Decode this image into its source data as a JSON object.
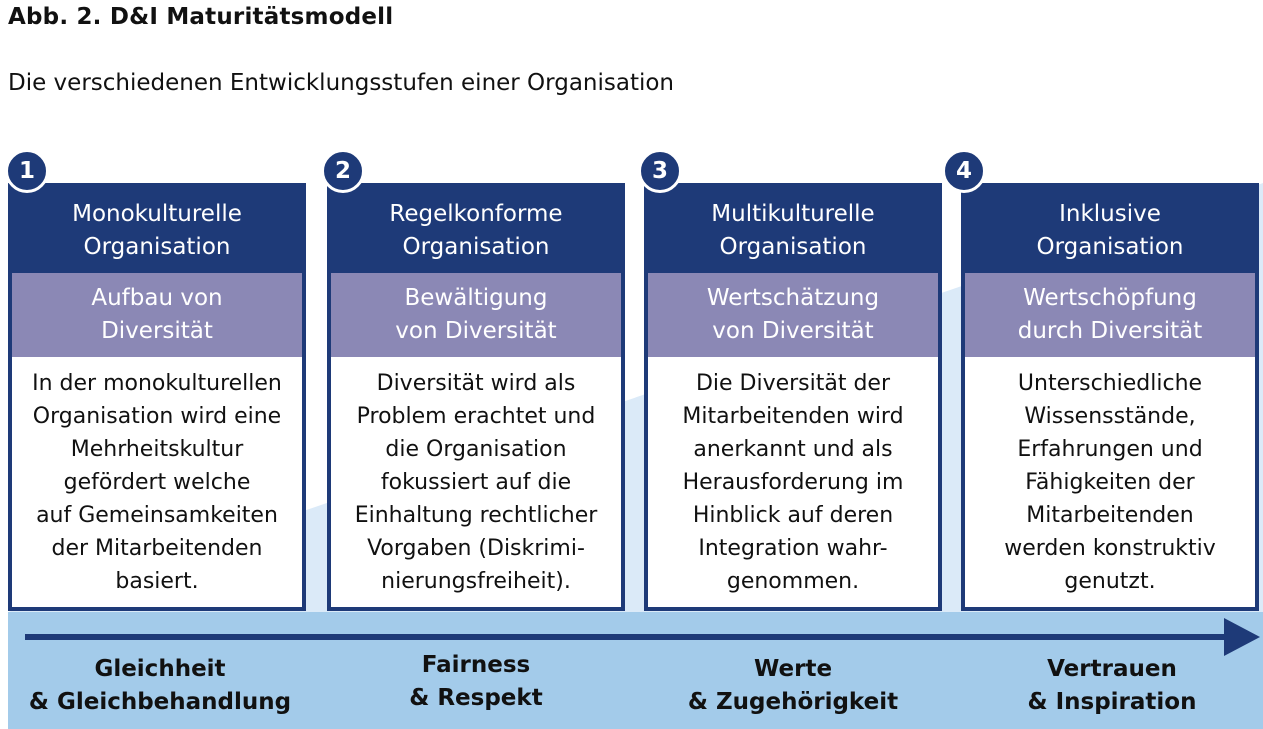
{
  "figure": {
    "title": "Abb. 2. D&I Maturitätsmodell",
    "subtitle": "Die verschiedenen Entwicklungsstufen einer Organisation"
  },
  "colors": {
    "dark_blue": "#1e3a78",
    "purple": "#8b88b5",
    "light_blue": "#a3cbea",
    "pale_blue": "#dbeaf8"
  },
  "stages": [
    {
      "number": "1",
      "title": "Monokulturelle\nOrganisation",
      "subtitle": "Aufbau von\nDiversität",
      "description": "In der monokulturellen\nOrganisation wird eine\nMehrheitskultur\ngefördert welche\nauf Gemeinsamkeiten\nder Mitarbeitenden\nbasiert."
    },
    {
      "number": "2",
      "title": "Regelkonforme\nOrganisation",
      "subtitle": "Bewältigung\nvon Diversität",
      "description": "Diversität wird als\nProblem erachtet und\ndie Organisation\nfokussiert auf die\nEinhaltung rechtlicher\nVorgaben (Diskrimi-\nnierungsfreiheit)."
    },
    {
      "number": "3",
      "title": "Multikulturelle\nOrganisation",
      "subtitle": "Wertschätzung\nvon Diversität",
      "description": "Die Diversität der\nMitarbeitenden wird\nanerkannt und als\nHerausforderung im\nHinblick auf deren\nIntegration wahr-\ngenommen."
    },
    {
      "number": "4",
      "title": "Inklusive\nOrganisation",
      "subtitle": "Wertschöpfung\ndurch Diversität",
      "description": "Unterschiedliche\nWissensstände,\nErfahrungen und\nFähigkeiten der\nMitarbeitenden\nwerden konstruktiv\ngenutzt."
    }
  ],
  "values": [
    {
      "label": "Gleichheit\n& Gleichbehandlung"
    },
    {
      "label": "Fairness\n& Respekt"
    },
    {
      "label": "Werte\n& Zugehörigkeit"
    },
    {
      "label": "Vertrauen\n& Inspiration"
    }
  ]
}
